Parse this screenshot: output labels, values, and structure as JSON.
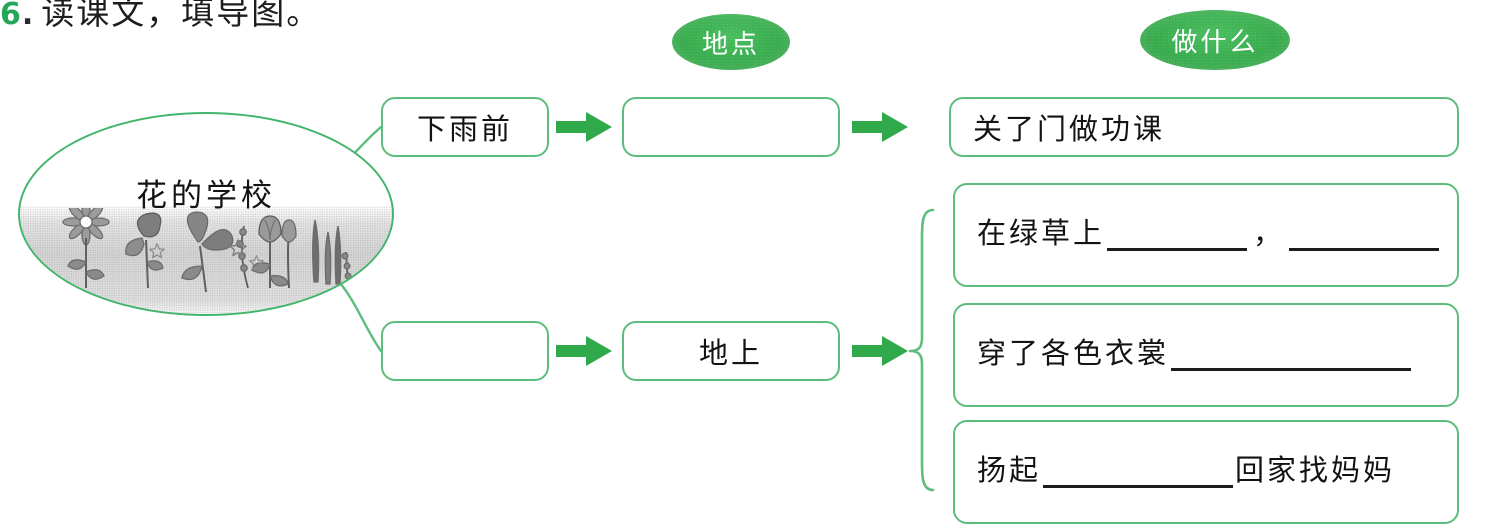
{
  "worksheet": {
    "question_number": "6",
    "question_dot": ".",
    "prompt": "读课文，填导图。"
  },
  "headers": {
    "location_pill": "地点",
    "action_pill": "做什么"
  },
  "topic": {
    "title": "花的学校",
    "illustration": "flower-silhouette-band",
    "decor": "stars"
  },
  "icons": {
    "arrow_right": "arrow-right-icon",
    "brace": "curly-brace-icon",
    "star": "star-icon",
    "flower": "flower-icon"
  },
  "colors": {
    "pill_green": "#37aa4c",
    "box_border_green": "#5ebd7d",
    "oval_border_green": "#43b56b",
    "arrow_green": "#2fa94a",
    "blank_line": "#1b1b1b",
    "number_green": "#26a65b"
  },
  "rows": [
    {
      "when": "下雨前",
      "where": "",
      "actions": [
        {
          "parts": [
            {
              "type": "text",
              "value": "关了门做功课"
            }
          ]
        }
      ]
    },
    {
      "when": "",
      "where": "地上",
      "actions": [
        {
          "parts": [
            {
              "type": "text",
              "value": "在绿草上"
            },
            {
              "type": "blank",
              "value": ""
            },
            {
              "type": "text",
              "value": "，"
            },
            {
              "type": "blank",
              "value": ""
            }
          ]
        },
        {
          "parts": [
            {
              "type": "text",
              "value": "穿了各色衣裳"
            },
            {
              "type": "blank",
              "value": ""
            }
          ]
        },
        {
          "parts": [
            {
              "type": "text",
              "value": "扬起"
            },
            {
              "type": "blank",
              "value": ""
            },
            {
              "type": "text",
              "value": "回家找妈妈"
            }
          ]
        }
      ]
    }
  ]
}
